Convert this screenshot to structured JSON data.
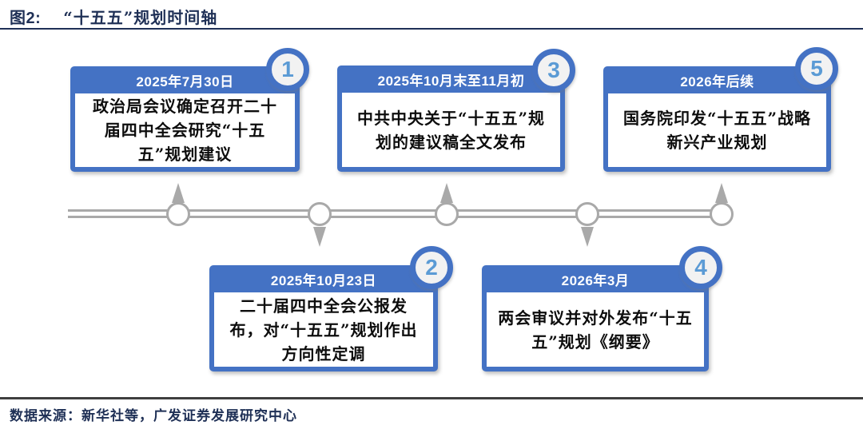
{
  "figure": {
    "label": "图2:",
    "title": "“十五五”规划时间轴"
  },
  "timeline": {
    "milestones": [
      {
        "number": "1",
        "date": "2025年7月30日",
        "description": "政治局会议确定召开二十届四中全会研究“十五五”规划建议",
        "position": "top"
      },
      {
        "number": "2",
        "date": "2025年10月23日",
        "description": "二十届四中全会公报发布，对“十五五”规划作出方向性定调",
        "position": "bottom"
      },
      {
        "number": "3",
        "date": "2025年10月末至11月初",
        "description": "中共中央关于“十五五”规划的建议稿全文发布",
        "position": "top"
      },
      {
        "number": "4",
        "date": "2026年3月",
        "description": "两会审议并对外发布“十五五”规划《纲要》",
        "position": "bottom"
      },
      {
        "number": "5",
        "date": "2026年后续",
        "description": "国务院印发“十五五”战略新兴产业规划",
        "position": "top"
      }
    ]
  },
  "footer": {
    "source": "数据来源：新华社等，广发证券发展研究中心"
  },
  "colors": {
    "card_blue": "#4472C4",
    "badge_number_blue": "#5B9BD5",
    "badge_fill": "#F2F2F2",
    "timeline_gray": "#A9A9A9",
    "title_navy": "#1F3056"
  }
}
